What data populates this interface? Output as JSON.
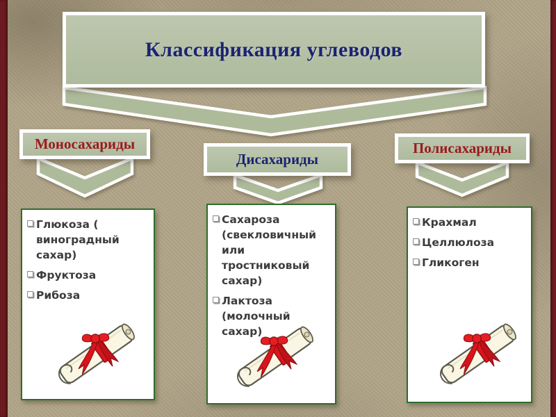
{
  "slide": {
    "title": "Классификация углеводов"
  },
  "categories": [
    {
      "label": "Моносахариды"
    },
    {
      "label": "Дисахариды"
    },
    {
      "label": "Полисахариды"
    }
  ],
  "columns": [
    {
      "category": "Моносахариды",
      "items": [
        "Глюкоза ( виноградный сахар)",
        "Фруктоза",
        "Рибоза"
      ]
    },
    {
      "category": "Дисахариды",
      "items": [
        "Сахароза (свекловичный или тростниковый сахар)",
        "Лактоза (молочный сахар)"
      ]
    },
    {
      "category": "Полисахариды",
      "items": [
        "Крахмал",
        "Целлюлоза",
        "Гликоген"
      ]
    }
  ],
  "icons": {
    "bullet": "checkbox-bullet-icon",
    "scroll": "scroll-diploma-icon",
    "arrows": "down-arrow-icon"
  },
  "colors": {
    "slide_bg": "#b1a589",
    "edge_maroon": "#6d1b21",
    "shape_green": "#aebb9b",
    "border_white": "#ffffff",
    "title_text": "#1b2470",
    "red_text": "#991b1e",
    "panel_border": "#2c6e2c",
    "list_text": "#3c3c3c",
    "ribbon_red": "#d9151b",
    "paper_cream": "#faf6e4"
  }
}
